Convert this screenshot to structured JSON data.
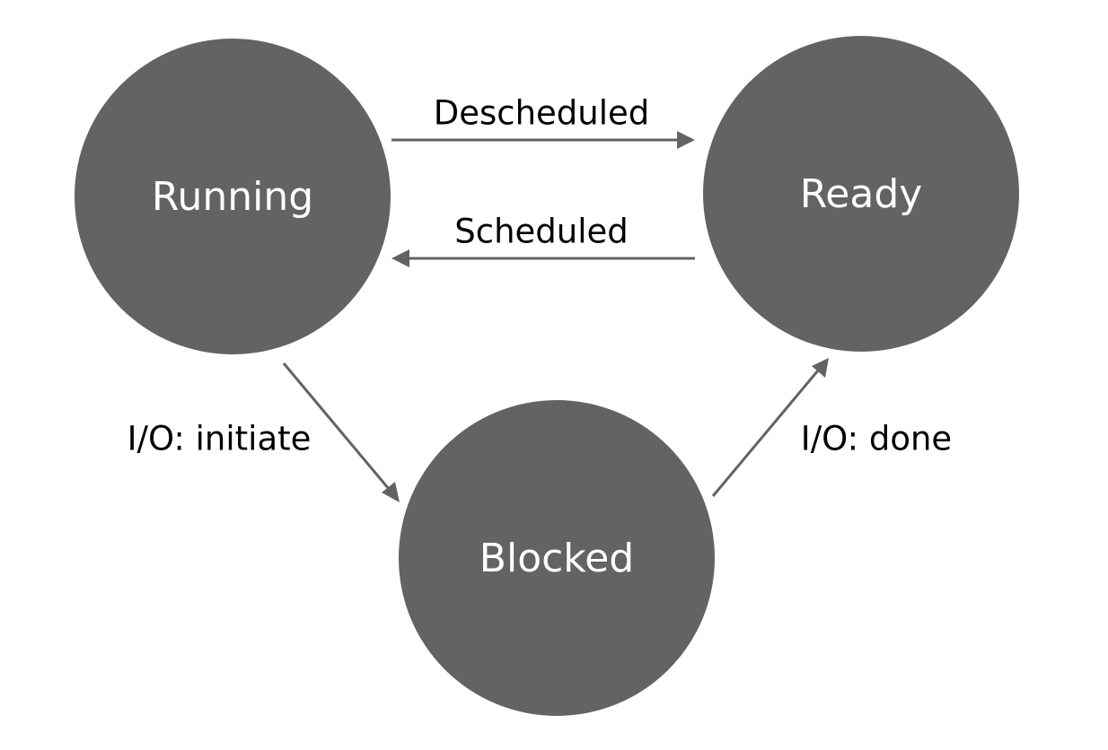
{
  "diagram": {
    "colors": {
      "state_fill": "#636363",
      "state_text": "#ffffff",
      "arrow": "#636363",
      "label": "#000000"
    },
    "states": [
      {
        "id": "running",
        "label": "Running"
      },
      {
        "id": "ready",
        "label": "Ready"
      },
      {
        "id": "blocked",
        "label": "Blocked"
      }
    ],
    "transitions": [
      {
        "from": "running",
        "to": "ready",
        "label": "Descheduled"
      },
      {
        "from": "ready",
        "to": "running",
        "label": "Scheduled"
      },
      {
        "from": "running",
        "to": "blocked",
        "label": "I/O: initiate"
      },
      {
        "from": "blocked",
        "to": "ready",
        "label": "I/O: done"
      }
    ]
  }
}
